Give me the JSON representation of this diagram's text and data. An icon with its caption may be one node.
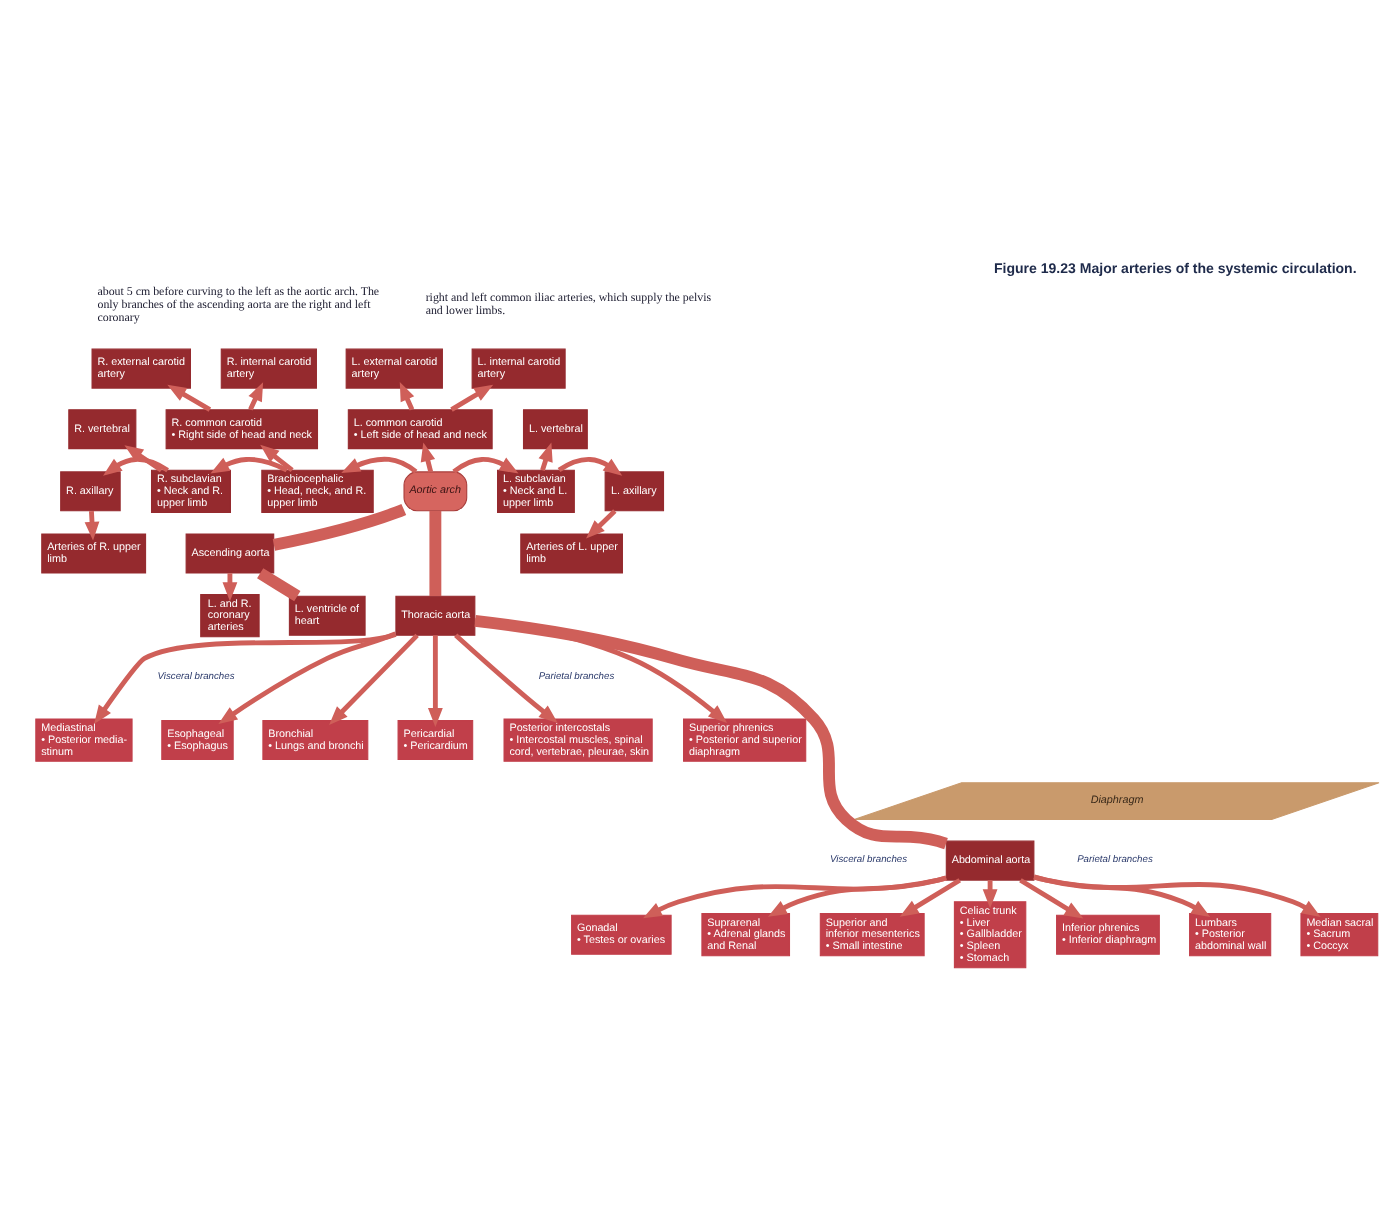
{
  "diagram": {
    "caption": "Figure 19.23 Major arteries of the systemic circulation.",
    "nodes": [
      {
        "text": [
          "R. external carotid artery"
        ]
      },
      {
        "text": [
          "R. internal carotid artery"
        ]
      },
      {
        "text": [
          "L. external carotid artery"
        ]
      },
      {
        "text": [
          "L. internal carotid artery"
        ]
      },
      {
        "text": [
          "R. vertebral"
        ]
      },
      {
        "text": [
          "R. common carotid",
          "• Right side of head and neck"
        ]
      },
      {
        "text": [
          "L. common carotid",
          "• Left side of head and neck"
        ]
      },
      {
        "text": [
          "L. vertebral"
        ]
      },
      {
        "text": [
          "R. axillary"
        ]
      },
      {
        "text": [
          "R. subclavian",
          "• Neck and R. upper limb"
        ]
      },
      {
        "text": [
          "Brachiocephalic",
          "• Head, neck, and R. upper limb"
        ]
      },
      {
        "text": [
          "Aortic arch"
        ]
      },
      {
        "text": [
          "L. subclavian",
          "• Neck and L. upper limb"
        ]
      },
      {
        "text": [
          "L. axillary"
        ]
      },
      {
        "text": [
          "Arteries of R. upper limb"
        ]
      },
      {
        "text": [
          "Ascending aorta"
        ]
      },
      {
        "text": [
          "Arteries of L. upper limb"
        ]
      },
      {
        "text": [
          "Thoracic aorta"
        ]
      },
      {
        "text": [
          "L. and R. coronary arteries"
        ]
      },
      {
        "text": [
          "L. ventricle of heart"
        ]
      },
      {
        "text": [
          "Mediastinal",
          "• Posterior media- stinum"
        ]
      },
      {
        "text": [
          "Esophageal",
          "• Esophagus"
        ]
      },
      {
        "text": [
          "Bronchial",
          "• Lungs and bronchi"
        ]
      },
      {
        "text": [
          "Pericardial",
          "• Pericardium"
        ]
      },
      {
        "text": [
          "Posterior intercostals",
          "• Intercostal muscles, spinal cord, vertebrae, pleurae, skin"
        ]
      },
      {
        "text": [
          "Superior phrenics",
          "• Posterior and superior diaphragm"
        ]
      },
      {
        "text": [
          "Diaphragm"
        ]
      },
      {
        "text": [
          "Abdominal aorta"
        ]
      },
      {
        "text": [
          "Gonadal",
          "• Testes or ovaries"
        ]
      },
      {
        "text": [
          "Suprarenal",
          "• Adrenal glands",
          "and Renal"
        ]
      },
      {
        "text": [
          "Superior and inferior mesenterics",
          "• Small intestine"
        ]
      },
      {
        "text": [
          "Celiac trunk",
          "• Liver",
          "• Gallbladder",
          "• Spleen",
          "• Stomach"
        ]
      },
      {
        "text": [
          "Inferior phrenics",
          "• Inferior diaphragm"
        ]
      },
      {
        "text": [
          "Lumbars",
          "• Posterior abdominal wall"
        ]
      },
      {
        "text": [
          "Median sacral",
          "• Sacrum",
          "• Coccyx"
        ]
      }
    ],
    "edges": [
      {
        "from": 5,
        "to": 0,
        "arrow": "to"
      },
      {
        "from": 5,
        "to": 1,
        "arrow": "to"
      },
      {
        "from": 6,
        "to": 2,
        "arrow": "to"
      },
      {
        "from": 6,
        "to": 3,
        "arrow": "to"
      },
      {
        "from": 9,
        "to": 4,
        "arrow": "to"
      },
      {
        "from": 10,
        "to": 5,
        "arrow": "to"
      },
      {
        "from": 11,
        "to": 6,
        "arrow": "to"
      },
      {
        "from": 12,
        "to": 7,
        "arrow": "to"
      },
      {
        "from": 9,
        "to": 8,
        "arrow": "to"
      },
      {
        "from": 10,
        "to": 9,
        "arrow": "to"
      },
      {
        "from": 11,
        "to": 10,
        "arrow": "to"
      },
      {
        "from": 11,
        "to": 12,
        "arrow": "to"
      },
      {
        "from": 12,
        "to": 13,
        "arrow": "to"
      },
      {
        "from": 8,
        "to": 14,
        "arrow": "to"
      },
      {
        "from": 13,
        "to": 16,
        "arrow": "to"
      },
      {
        "from": 19,
        "to": 15,
        "arrow": "none",
        "style": "thick"
      },
      {
        "from": 15,
        "to": 11,
        "arrow": "none",
        "style": "thick"
      },
      {
        "from": 11,
        "to": 17,
        "arrow": "none",
        "style": "thick"
      },
      {
        "from": 15,
        "to": 18,
        "arrow": "to"
      },
      {
        "from": 17,
        "to": 20,
        "arrow": "to"
      },
      {
        "from": 17,
        "to": 21,
        "arrow": "to"
      },
      {
        "from": 17,
        "to": 22,
        "arrow": "to"
      },
      {
        "from": 17,
        "to": 23,
        "arrow": "to"
      },
      {
        "from": 17,
        "to": 24,
        "arrow": "to"
      },
      {
        "from": 17,
        "to": 25,
        "arrow": "to"
      },
      {
        "from": 17,
        "to": 27,
        "arrow": "none",
        "style": "thick"
      },
      {
        "from": 27,
        "to": 28,
        "arrow": "to"
      },
      {
        "from": 27,
        "to": 29,
        "arrow": "to"
      },
      {
        "from": 27,
        "to": 30,
        "arrow": "to"
      },
      {
        "from": 27,
        "to": 31,
        "arrow": "to"
      },
      {
        "from": 27,
        "to": 32,
        "arrow": "to"
      },
      {
        "from": 27,
        "to": 33,
        "arrow": "to"
      },
      {
        "from": 27,
        "to": 34,
        "arrow": "to"
      }
    ],
    "labels": [
      "about 5 cm before curving to the left as the aortic arch. The only branches of the ascending aorta are the right and left coronary",
      "right and left common iliac arteries, which supply the pelvis and lower limbs.",
      "Visceral branches",
      "Parietal branches",
      "Visceral branches",
      "Parietal branches"
    ]
  }
}
